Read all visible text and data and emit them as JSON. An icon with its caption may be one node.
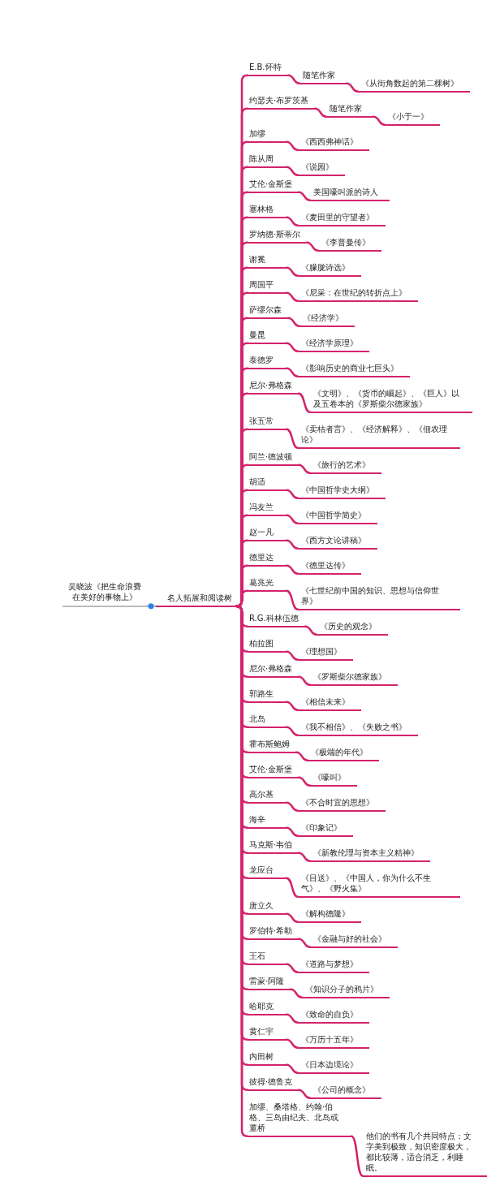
{
  "diagram": {
    "nodes": [
      {
        "text": [
          "吴晓波《把生命浪费在美好的事物上》"
        ]
      },
      {
        "text": [
          "名人拓展和阅读树"
        ]
      },
      {
        "text": [
          "E.B.怀特"
        ]
      },
      {
        "text": [
          "随笔作家"
        ]
      },
      {
        "text": [
          "《从街角数起的第二棵树》"
        ]
      },
      {
        "text": [
          "约瑟夫·布罗茨基"
        ]
      },
      {
        "text": [
          "随笔作家"
        ]
      },
      {
        "text": [
          "《小于一》"
        ]
      },
      {
        "text": [
          "加缪"
        ]
      },
      {
        "text": [
          "《西西弗神话》"
        ]
      },
      {
        "text": [
          "陈从周"
        ]
      },
      {
        "text": [
          "《说园》"
        ]
      },
      {
        "text": [
          "艾伦·金斯堡"
        ]
      },
      {
        "text": [
          "美国嚎叫派的诗人"
        ]
      },
      {
        "text": [
          "塞林格"
        ]
      },
      {
        "text": [
          "《麦田里的守望者》"
        ]
      },
      {
        "text": [
          "罗纳德·斯蒂尔"
        ]
      },
      {
        "text": [
          "《李普曼传》"
        ]
      },
      {
        "text": [
          "谢冕"
        ]
      },
      {
        "text": [
          "《朦胧诗选》"
        ]
      },
      {
        "text": [
          "周国平"
        ]
      },
      {
        "text": [
          "《尼采：在世纪的转折点上》"
        ]
      },
      {
        "text": [
          "萨缪尔森"
        ]
      },
      {
        "text": [
          "《经济学》"
        ]
      },
      {
        "text": [
          "曼昆"
        ]
      },
      {
        "text": [
          "《经济学原理》"
        ]
      },
      {
        "text": [
          "泰德罗"
        ]
      },
      {
        "text": [
          "《影响历史的商业七巨头》"
        ]
      },
      {
        "text": [
          "尼尔·弗格森"
        ]
      },
      {
        "text": [
          "《文明》、《货币的崛起》、《巨人》以及五卷本的《罗斯柴尔德家族》"
        ]
      },
      {
        "text": [
          "张五常"
        ]
      },
      {
        "text": [
          "《卖桔者言》、《经济解释》、《佃农理论》"
        ]
      },
      {
        "text": [
          "阿兰·德波顿"
        ]
      },
      {
        "text": [
          "《旅行的艺术》"
        ]
      },
      {
        "text": [
          "胡适"
        ]
      },
      {
        "text": [
          "《中国哲学史大纲》"
        ]
      },
      {
        "text": [
          "冯友兰"
        ]
      },
      {
        "text": [
          "《中国哲学简史》"
        ]
      },
      {
        "text": [
          "赵一凡"
        ]
      },
      {
        "text": [
          "《西方文论讲稿》"
        ]
      },
      {
        "text": [
          "德里达"
        ]
      },
      {
        "text": [
          "《德里达传》"
        ]
      },
      {
        "text": [
          "葛兆光"
        ]
      },
      {
        "text": [
          "《七世纪前中国的知识、思想与信仰世界》"
        ]
      },
      {
        "text": [
          "R.G.科林伍德"
        ]
      },
      {
        "text": [
          "《历史的观念》"
        ]
      },
      {
        "text": [
          "柏拉图"
        ]
      },
      {
        "text": [
          "《理想国》"
        ]
      },
      {
        "text": [
          "尼尔·弗格森"
        ]
      },
      {
        "text": [
          "《罗斯柴尔德家族》"
        ]
      },
      {
        "text": [
          "郭路生"
        ]
      },
      {
        "text": [
          "《相信未来》"
        ]
      },
      {
        "text": [
          "北岛"
        ]
      },
      {
        "text": [
          "《我不相信》、《失败之书》"
        ]
      },
      {
        "text": [
          "霍布斯鲍姆"
        ]
      },
      {
        "text": [
          "《极端的年代》"
        ]
      },
      {
        "text": [
          "艾伦·金斯堡"
        ]
      },
      {
        "text": [
          "《嚎叫》"
        ]
      },
      {
        "text": [
          "高尔基"
        ]
      },
      {
        "text": [
          "《不合时宜的思想》"
        ]
      },
      {
        "text": [
          "海辛"
        ]
      },
      {
        "text": [
          "《印象记》"
        ]
      },
      {
        "text": [
          "马克斯·韦伯"
        ]
      },
      {
        "text": [
          "《新教伦理与资本主义精神》"
        ]
      },
      {
        "text": [
          "龙应台"
        ]
      },
      {
        "text": [
          "《目送》、《中国人，你为什么不生气》、《野火集》"
        ]
      },
      {
        "text": [
          "唐立久"
        ]
      },
      {
        "text": [
          "《解构德隆》"
        ]
      },
      {
        "text": [
          "罗伯特·希勒"
        ]
      },
      {
        "text": [
          "《金融与好的社会》"
        ]
      },
      {
        "text": [
          "王石"
        ]
      },
      {
        "text": [
          "《道路与梦想》"
        ]
      },
      {
        "text": [
          "雷蒙·阿隆"
        ]
      },
      {
        "text": [
          "《知识分子的鸦片》"
        ]
      },
      {
        "text": [
          "哈耶克"
        ]
      },
      {
        "text": [
          "《致命的自负》"
        ]
      },
      {
        "text": [
          "黄仁宇"
        ]
      },
      {
        "text": [
          "《万历十五年》"
        ]
      },
      {
        "text": [
          "内田树"
        ]
      },
      {
        "text": [
          "《日本边境论》"
        ]
      },
      {
        "text": [
          "彼得·德鲁克"
        ]
      },
      {
        "text": [
          "《公司的概念》"
        ]
      },
      {
        "text": [
          "加缪、桑塔格、约翰·伯格、三岛由纪夫、北岛或董桥"
        ]
      },
      {
        "text": [
          "他们的书有几个共同特点：文字美到极致，知识密度极大，都比较薄，适合消乏，利睡眠。"
        ]
      }
    ],
    "edges": [
      {
        "from": 0,
        "to": 1,
        "arrow": "none",
        "color": "#bbbbbb"
      },
      {
        "from": 1,
        "to": 2,
        "arrow": "none"
      },
      {
        "from": 2,
        "to": 3,
        "arrow": "none"
      },
      {
        "from": 3,
        "to": 4,
        "arrow": "none"
      },
      {
        "from": 1,
        "to": 5,
        "arrow": "none"
      },
      {
        "from": 5,
        "to": 6,
        "arrow": "none"
      },
      {
        "from": 6,
        "to": 7,
        "arrow": "none"
      },
      {
        "from": 1,
        "to": 8,
        "arrow": "none"
      },
      {
        "from": 8,
        "to": 9,
        "arrow": "none"
      },
      {
        "from": 1,
        "to": 10,
        "arrow": "none"
      },
      {
        "from": 10,
        "to": 11,
        "arrow": "none"
      },
      {
        "from": 1,
        "to": 12,
        "arrow": "none"
      },
      {
        "from": 12,
        "to": 13,
        "arrow": "none"
      },
      {
        "from": 1,
        "to": 14,
        "arrow": "none"
      },
      {
        "from": 14,
        "to": 15,
        "arrow": "none"
      },
      {
        "from": 1,
        "to": 16,
        "arrow": "none"
      },
      {
        "from": 16,
        "to": 17,
        "arrow": "none"
      },
      {
        "from": 1,
        "to": 18,
        "arrow": "none"
      },
      {
        "from": 18,
        "to": 19,
        "arrow": "none"
      },
      {
        "from": 1,
        "to": 20,
        "arrow": "none"
      },
      {
        "from": 20,
        "to": 21,
        "arrow": "none"
      },
      {
        "from": 1,
        "to": 22,
        "arrow": "none"
      },
      {
        "from": 22,
        "to": 23,
        "arrow": "none"
      },
      {
        "from": 1,
        "to": 24,
        "arrow": "none"
      },
      {
        "from": 24,
        "to": 25,
        "arrow": "none"
      },
      {
        "from": 1,
        "to": 26,
        "arrow": "none"
      },
      {
        "from": 26,
        "to": 27,
        "arrow": "none"
      },
      {
        "from": 1,
        "to": 28,
        "arrow": "none"
      },
      {
        "from": 28,
        "to": 29,
        "arrow": "none"
      },
      {
        "from": 1,
        "to": 30,
        "arrow": "none"
      },
      {
        "from": 30,
        "to": 31,
        "arrow": "none"
      },
      {
        "from": 1,
        "to": 32,
        "arrow": "none"
      },
      {
        "from": 32,
        "to": 33,
        "arrow": "none"
      },
      {
        "from": 1,
        "to": 34,
        "arrow": "none"
      },
      {
        "from": 34,
        "to": 35,
        "arrow": "none"
      },
      {
        "from": 1,
        "to": 36,
        "arrow": "none"
      },
      {
        "from": 36,
        "to": 37,
        "arrow": "none"
      },
      {
        "from": 1,
        "to": 38,
        "arrow": "none"
      },
      {
        "from": 38,
        "to": 39,
        "arrow": "none"
      },
      {
        "from": 1,
        "to": 40,
        "arrow": "none"
      },
      {
        "from": 40,
        "to": 41,
        "arrow": "none"
      },
      {
        "from": 1,
        "to": 42,
        "arrow": "none"
      },
      {
        "from": 42,
        "to": 43,
        "arrow": "none"
      },
      {
        "from": 1,
        "to": 44,
        "arrow": "none"
      },
      {
        "from": 44,
        "to": 45,
        "arrow": "none"
      },
      {
        "from": 1,
        "to": 46,
        "arrow": "none"
      },
      {
        "from": 46,
        "to": 47,
        "arrow": "none"
      },
      {
        "from": 1,
        "to": 48,
        "arrow": "none"
      },
      {
        "from": 48,
        "to": 49,
        "arrow": "none"
      },
      {
        "from": 1,
        "to": 50,
        "arrow": "none"
      },
      {
        "from": 50,
        "to": 51,
        "arrow": "none"
      },
      {
        "from": 1,
        "to": 52,
        "arrow": "none"
      },
      {
        "from": 52,
        "to": 53,
        "arrow": "none"
      },
      {
        "from": 1,
        "to": 54,
        "arrow": "none"
      },
      {
        "from": 54,
        "to": 55,
        "arrow": "none"
      },
      {
        "from": 1,
        "to": 56,
        "arrow": "none"
      },
      {
        "from": 56,
        "to": 57,
        "arrow": "none"
      },
      {
        "from": 1,
        "to": 58,
        "arrow": "none"
      },
      {
        "from": 58,
        "to": 59,
        "arrow": "none"
      },
      {
        "from": 1,
        "to": 60,
        "arrow": "none"
      },
      {
        "from": 60,
        "to": 61,
        "arrow": "none"
      },
      {
        "from": 1,
        "to": 62,
        "arrow": "none"
      },
      {
        "from": 62,
        "to": 63,
        "arrow": "none"
      },
      {
        "from": 1,
        "to": 64,
        "arrow": "none"
      },
      {
        "from": 64,
        "to": 65,
        "arrow": "none"
      },
      {
        "from": 1,
        "to": 66,
        "arrow": "none"
      },
      {
        "from": 66,
        "to": 67,
        "arrow": "none"
      },
      {
        "from": 1,
        "to": 68,
        "arrow": "none"
      },
      {
        "from": 68,
        "to": 69,
        "arrow": "none"
      },
      {
        "from": 1,
        "to": 70,
        "arrow": "none"
      },
      {
        "from": 70,
        "to": 71,
        "arrow": "none"
      },
      {
        "from": 1,
        "to": 72,
        "arrow": "none"
      },
      {
        "from": 72,
        "to": 73,
        "arrow": "none"
      },
      {
        "from": 1,
        "to": 74,
        "arrow": "none"
      },
      {
        "from": 74,
        "to": 75,
        "arrow": "none"
      },
      {
        "from": 1,
        "to": 76,
        "arrow": "none"
      },
      {
        "from": 76,
        "to": 77,
        "arrow": "none"
      },
      {
        "from": 1,
        "to": 78,
        "arrow": "none"
      },
      {
        "from": 78,
        "to": 79,
        "arrow": "none"
      },
      {
        "from": 1,
        "to": 80,
        "arrow": "none"
      },
      {
        "from": 80,
        "to": 81,
        "arrow": "none"
      },
      {
        "from": 1,
        "to": 82,
        "arrow": "none"
      },
      {
        "from": 82,
        "to": 83,
        "arrow": "none"
      }
    ]
  }
}
